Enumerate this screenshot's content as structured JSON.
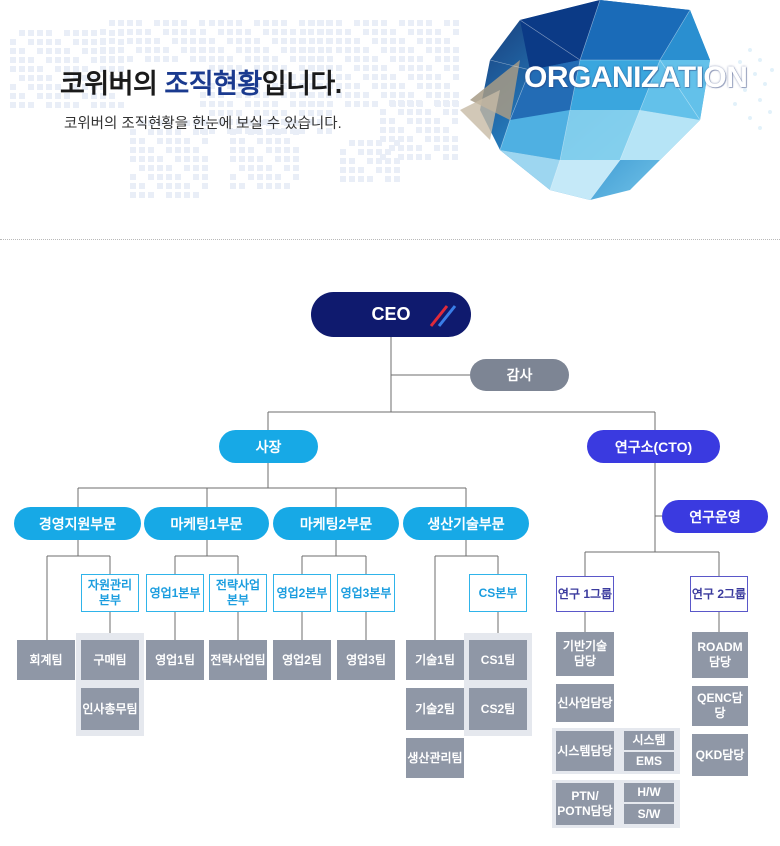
{
  "header": {
    "title_prefix": "코위버의 ",
    "title_highlight": "조직현황",
    "title_suffix": "입니다.",
    "subtitle": "코위버의 조직현황을 한눈에 보실 수 있습니다.",
    "banner_word": "ORGANIZATION"
  },
  "chart": {
    "ceo": "CEO",
    "audit": "감사",
    "president": "사장",
    "research_institute": "연구소(CTO)",
    "research_ops": "연구운영",
    "divisions": [
      "경영지원부문",
      "마케팅1부문",
      "마케팅2부문",
      "생산기술부문"
    ],
    "headquarters": {
      "resource_mgmt": "자원관리\n본부",
      "sales1": "영업1본부",
      "strategy": "전략사업\n본부",
      "sales2": "영업2본부",
      "sales3": "영업3본부",
      "cs": "CS본부"
    },
    "teams": {
      "accounting": "회계팀",
      "purchasing": "구매팀",
      "hr_general": "인사총무팀",
      "sales1_team": "영업1팀",
      "strategy_team": "전략사업팀",
      "sales2_team": "영업2팀",
      "sales3_team": "영업3팀",
      "tech1": "기술1팀",
      "tech2": "기술2팀",
      "production_mgmt": "생산관리팀",
      "cs1": "CS1팀",
      "cs2": "CS2팀"
    },
    "research_groups": {
      "group1": "연구 1그룹",
      "group2": "연구 2그룹",
      "g1_items": [
        "기반기술\n담당",
        "신사업담당"
      ],
      "system_mgr": "시스템담당",
      "system_sub": [
        "시스템",
        "EMS"
      ],
      "ptn_mgr": "PTN/\nPOTN담당",
      "ptn_sub": [
        "H/W",
        "S/W"
      ],
      "g2_items": [
        "ROADM\n담당",
        "QENC담당",
        "QKD담당"
      ]
    }
  },
  "colors": {
    "cyan": "#17a9e6",
    "purple_blue": "#3a3ae0",
    "navy": "#0f1a6e",
    "grey_pill": "#7d8594",
    "grey_box": "#8f97a6",
    "title_highlight": "#1a3a8f"
  }
}
